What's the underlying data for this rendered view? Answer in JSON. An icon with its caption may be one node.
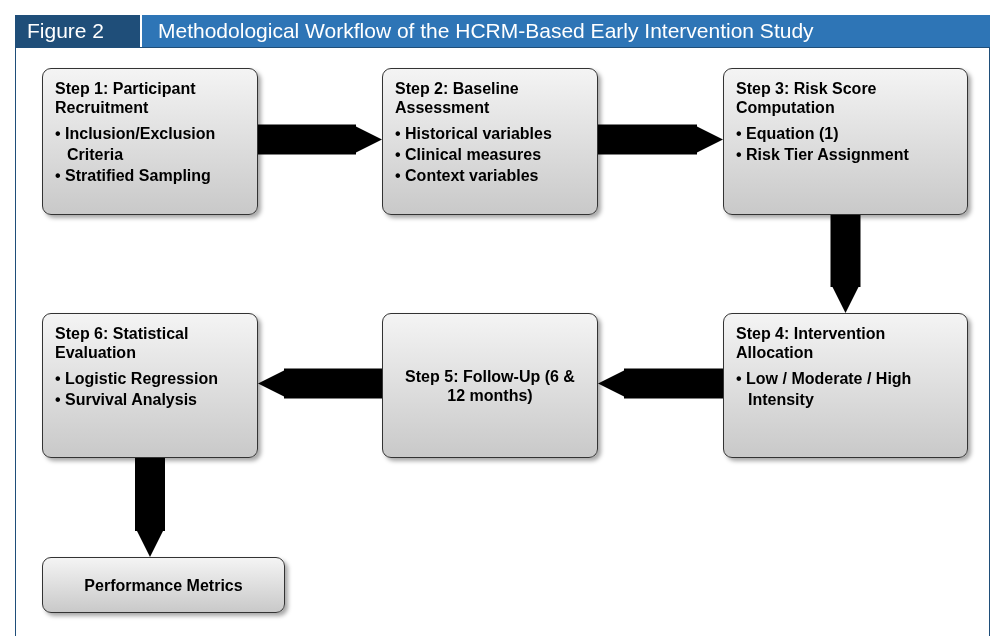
{
  "diagram": {
    "title": "Methodological Workflow of the HCRM-Based Early Intervention Study",
    "nodes": [
      {
        "text": [
          "Step 1: Participant Recruitment",
          "• Inclusion/Exclusion Criteria",
          "• Stratified Sampling"
        ]
      },
      {
        "text": [
          "Step 2: Baseline Assessment",
          "• Historical variables",
          "• Clinical measures",
          "• Context variables"
        ]
      },
      {
        "text": [
          "Step 3: Risk Score Computation",
          "• Equation (1)",
          "• Risk Tier Assignment"
        ]
      },
      {
        "text": [
          "Step 4: Intervention Allocation",
          "• Low / Moderate / High Intensity"
        ]
      },
      {
        "text": [
          "Step 5: Follow-Up (6 & 12 months)"
        ]
      },
      {
        "text": [
          "Step 6: Statistical Evaluation",
          "• Logistic Regression",
          "• Survival Analysis"
        ]
      },
      {
        "text": [
          "Performance Metrics"
        ]
      }
    ],
    "edges": [
      {
        "from": 0,
        "to": 1,
        "arrow": "to"
      },
      {
        "from": 1,
        "to": 2,
        "arrow": "to"
      },
      {
        "from": 2,
        "to": 3,
        "arrow": "to"
      },
      {
        "from": 3,
        "to": 4,
        "arrow": "to"
      },
      {
        "from": 4,
        "to": 5,
        "arrow": "to"
      },
      {
        "from": 5,
        "to": 6,
        "arrow": "to"
      }
    ],
    "labels": [
      "Figure 2"
    ]
  }
}
